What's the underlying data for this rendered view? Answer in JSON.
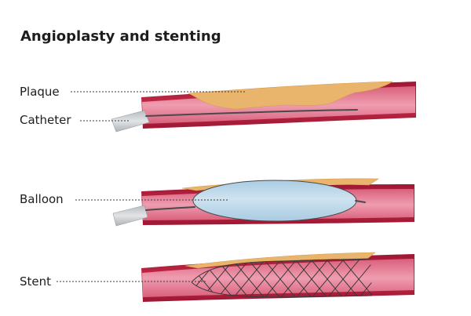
{
  "title": "Angioplasty and stenting",
  "labels": {
    "plaque": "Plaque",
    "catheter": "Catheter",
    "balloon": "Balloon",
    "stent": "Stent"
  },
  "colors": {
    "vessel_wall": "#b61f3c",
    "vessel_lumen": "#e4859c",
    "plaque": "#e9b56c",
    "balloon": "#bcd8ea",
    "catheter_sheath": "#c9cccf",
    "wire": "#4a4a4a",
    "stent_mesh": "#3a3a3a"
  }
}
